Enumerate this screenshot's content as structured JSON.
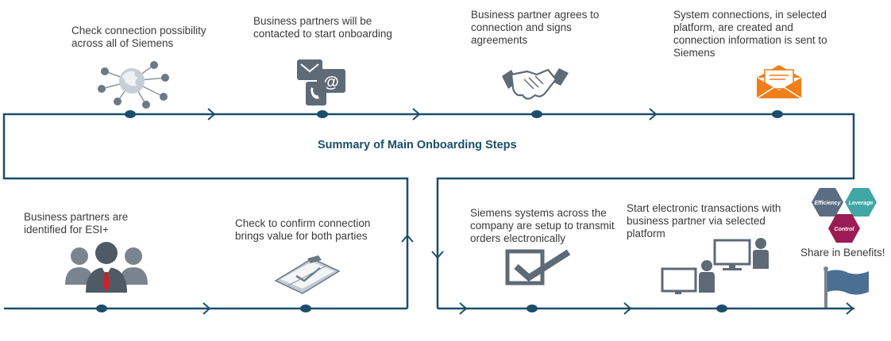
{
  "title": "Summary of Main Onboarding Steps",
  "top_steps": [
    {
      "text": "Check connection possibility across all  of Siemens",
      "icon": "globe-network-icon"
    },
    {
      "text": "Business partners will be contacted to start  onboarding",
      "icon": "contact-icon"
    },
    {
      "text": "Business partner agrees to connection and signs agreements",
      "icon": "handshake-icon"
    },
    {
      "text": "System connections, in selected platform, are created and connection information is sent to Siemens",
      "icon": "envelope-icon"
    }
  ],
  "bottom_steps": [
    {
      "text": "Business partners are identified for ESI+",
      "icon": "people-icon"
    },
    {
      "text": "Check to confirm connection brings value for both parties",
      "icon": "clipboard-check-icon"
    },
    {
      "text": "Siemens systems across the company are setup to transmit orders electronically",
      "icon": "checkbox-icon"
    },
    {
      "text": "Start electronic transactions with business partner via selected platform",
      "icon": "computers-icon"
    }
  ],
  "benefits": {
    "label": "Share in Benefits!",
    "hexagons": [
      "Efficiency",
      "Leverage",
      "Control"
    ]
  },
  "colors": {
    "line": "#1b4e6b",
    "title": "#1b4e6b",
    "icon_gray": "#5e6a76",
    "envelope": "#f07f1a",
    "hex_efficiency": "#5b6d82",
    "hex_leverage": "#40a6a6",
    "hex_control": "#9b1c55",
    "flag": "#4a6f93"
  }
}
